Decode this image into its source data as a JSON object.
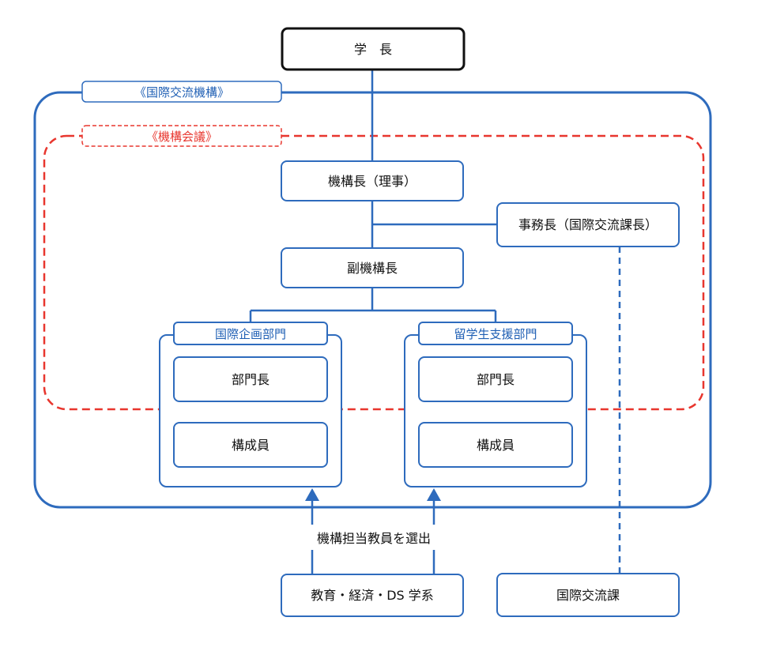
{
  "colors": {
    "blue": "#2e6bbd",
    "red": "#e8362e",
    "black": "#111111",
    "dark_blue": "#1f5fb4"
  },
  "president": "学　長",
  "organization_tag": "《国際交流機構》",
  "council_tag": "《機構会議》",
  "director": "機構長（理事）",
  "secretary_general": "事務長（国際交流課長）",
  "deputy_director": "副機構長",
  "divisions": [
    {
      "label": "国際企画部門",
      "head": "部門長",
      "member": "構成員"
    },
    {
      "label": "留学生支援部門",
      "head": "部門長",
      "member": "構成員"
    }
  ],
  "selection_note": "機構担当教員を選出",
  "faculty": "教育・経済・DS 学系",
  "intl_office": "国際交流課"
}
